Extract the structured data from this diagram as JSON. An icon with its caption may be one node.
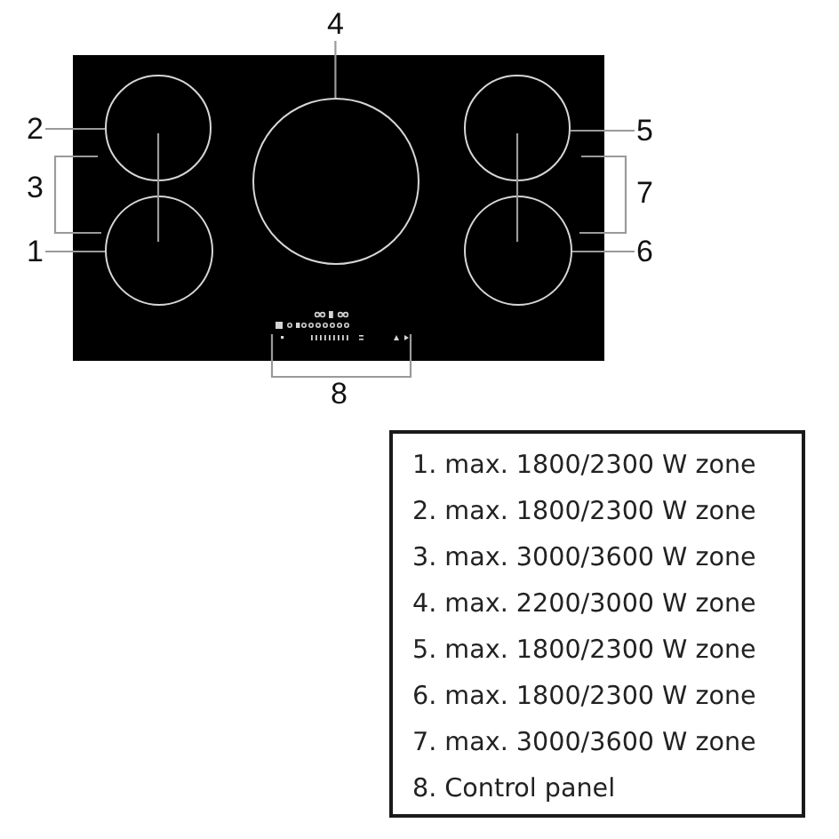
{
  "diagram": {
    "nodes": [
      {
        "text": [
          "4"
        ]
      },
      {
        "text": [],
        "shape": "box"
      },
      {
        "text": [],
        "shape": "circle",
        "in": 1
      },
      {
        "text": [],
        "shape": "circle",
        "in": 1
      },
      {
        "text": [],
        "shape": "circle",
        "in": 1
      },
      {
        "text": [],
        "shape": "circle",
        "in": 1
      },
      {
        "text": [],
        "shape": "circle",
        "in": 1
      },
      {
        "text": [
          "2"
        ]
      },
      {
        "text": [
          "5"
        ]
      },
      {
        "text": [
          "1"
        ]
      },
      {
        "text": [
          "6"
        ]
      },
      {
        "text": [
          "1. max. 1800/2300 W zone",
          "2. max. 1800/2300 W zone",
          "3. max. 3000/3600 W zone",
          "4. max. 2200/3000 W zone",
          "5. max. 1800/2300 W zone",
          "6. max. 1800/2300 W zone",
          "7. max. 3000/3600 W zone",
          "8. Control panel"
        ]
      }
    ],
    "edges": [
      {
        "from": 0,
        "to": 3,
        "arrow": "none"
      },
      {
        "from": 7,
        "to": 2,
        "arrow": "none"
      },
      {
        "from": 8,
        "to": 4,
        "arrow": "none"
      },
      {
        "from": 9,
        "to": 5,
        "arrow": "none"
      },
      {
        "from": 10,
        "to": 6,
        "arrow": "none"
      },
      {
        "from": 2,
        "to": 5,
        "arrow": "none"
      },
      {
        "from": 4,
        "to": 6,
        "arrow": "none"
      }
    ],
    "labels": [
      "3",
      "7",
      "8"
    ]
  }
}
